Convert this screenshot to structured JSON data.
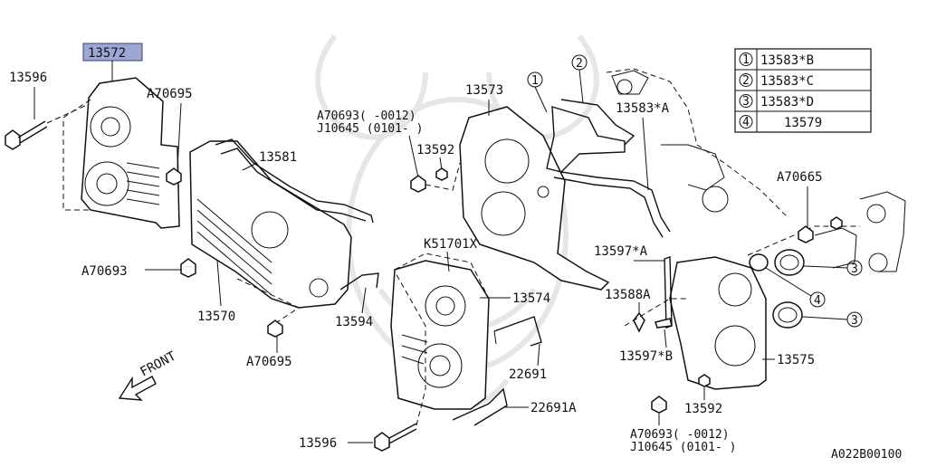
{
  "labels": {
    "p13572": "13572",
    "p13596_top": "13596",
    "a70695_top": "A70695",
    "p13581": "13581",
    "a70693_left": "A70693",
    "p13570": "13570",
    "a70695_bot": "A70695",
    "p13594": "13594",
    "p13573": "13573",
    "a70693_mid": "A70693(    -0012)",
    "j10645_mid": "J10645 (0101-    )",
    "p13592_mid": "13592",
    "k51701x": "K51701X",
    "p13574": "13574",
    "p22691": "22691",
    "p22691a": "22691A",
    "p13596_bot": "13596",
    "p13583a": "13583*A",
    "a70665": "A70665",
    "p13597a": "13597*A",
    "p13588a": "13588A",
    "p13597b": "13597*B",
    "p13575": "13575",
    "p13592_bot": "13592",
    "a70693_bot": "A70693(    -0012)",
    "j10645_bot": "J10645 (0101-    )",
    "front": "FRONT",
    "diagram_id": "A022B00100",
    "callout1": "1",
    "callout2": "2",
    "callout3a": "3",
    "callout4": "4",
    "callout3b": "3"
  },
  "legend": [
    {
      "num": "1",
      "part": "13583*B"
    },
    {
      "num": "2",
      "part": "13583*C"
    },
    {
      "num": "3",
      "part": "13583*D"
    },
    {
      "num": "4",
      "part": "13579"
    }
  ],
  "colors": {
    "highlight": "#9ea6d6",
    "line": "#111111",
    "watermark": "#e6e6e6"
  }
}
